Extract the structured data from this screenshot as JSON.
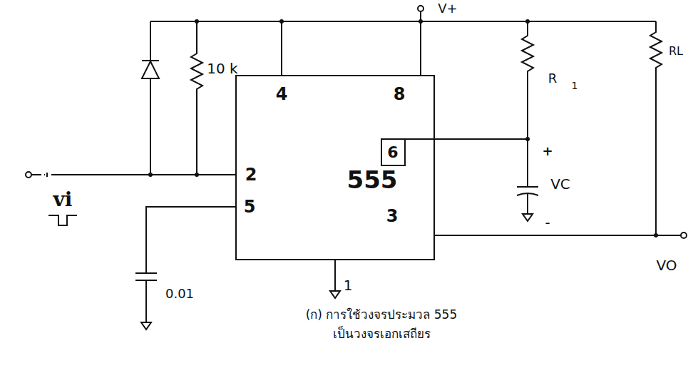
{
  "diagram": {
    "caption": "(ก) การใช้วงจรประมวล 555 เป็นวงจรเอกเสถียร",
    "nodes": [
      {
        "text": [
          "555"
        ]
      }
    ],
    "labels": [
      "V+",
      "10 k",
      "4",
      "8",
      "R",
      "1",
      "RL",
      "6",
      "+",
      "VC",
      "2",
      "5",
      "3",
      "-",
      "vi",
      "VO",
      "0.01",
      "1"
    ]
  }
}
